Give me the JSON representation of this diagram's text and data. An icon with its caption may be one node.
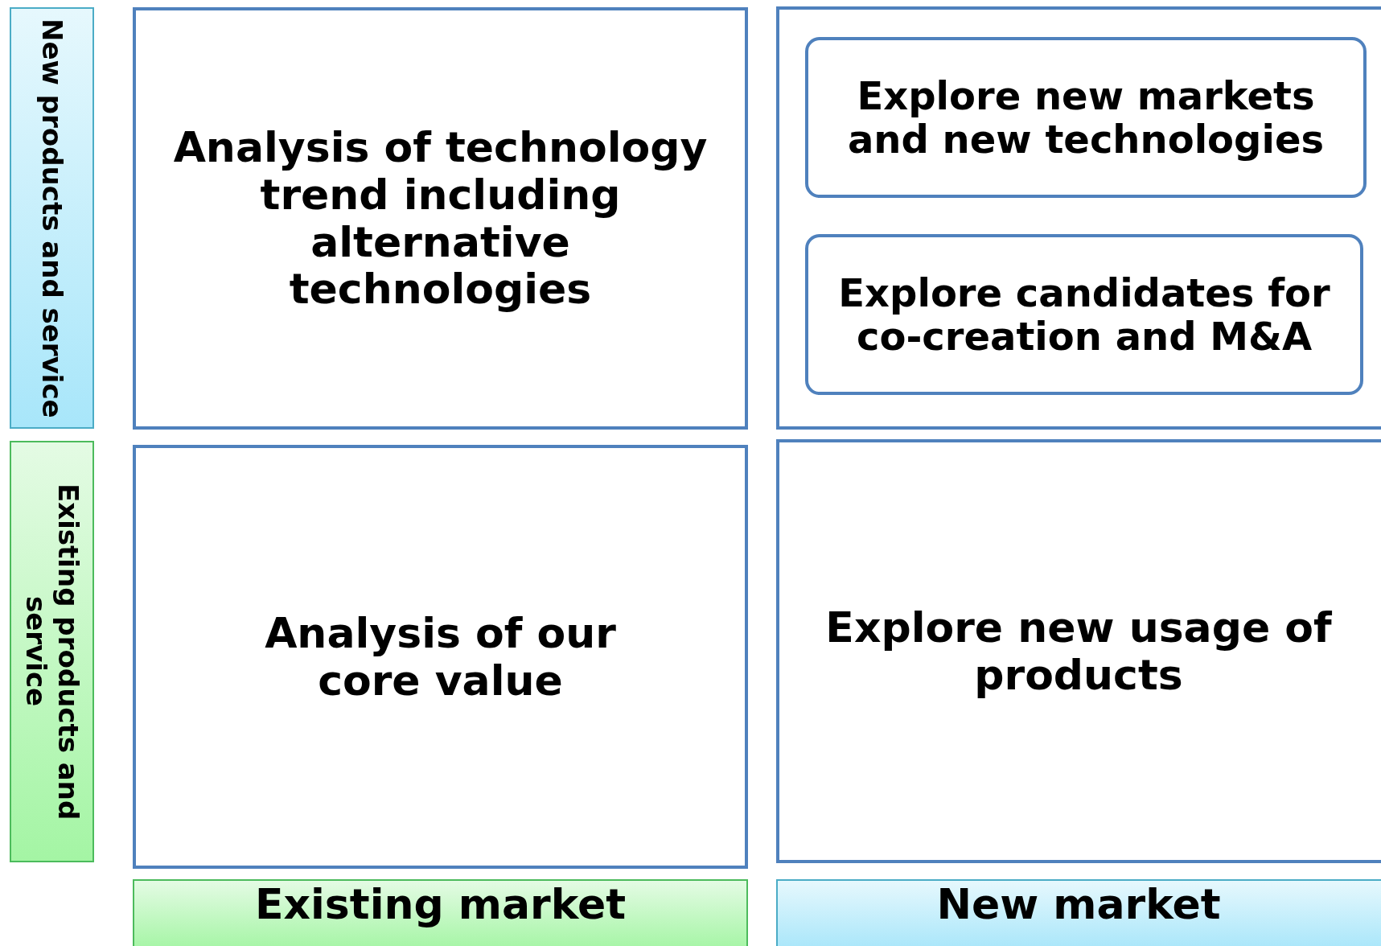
{
  "diagram": {
    "nodes": [
      {
        "text": [
          "New products and service"
        ]
      },
      {
        "text": [
          "Existing products and service"
        ]
      },
      {
        "text": [
          "Analysis of technology trend including alternative technologies"
        ]
      },
      {
        "text": [],
        "shape": "box"
      },
      {
        "text": [
          "Explore new markets and new technologies"
        ],
        "in": 3
      },
      {
        "text": [
          "Explore candidates for co-creation and M&A"
        ],
        "in": 3
      },
      {
        "text": [
          "Analysis of our core value"
        ]
      },
      {
        "text": [
          "Explore new usage of products"
        ]
      },
      {
        "text": [
          "Existing market"
        ]
      },
      {
        "text": [
          "New market"
        ]
      }
    ]
  }
}
